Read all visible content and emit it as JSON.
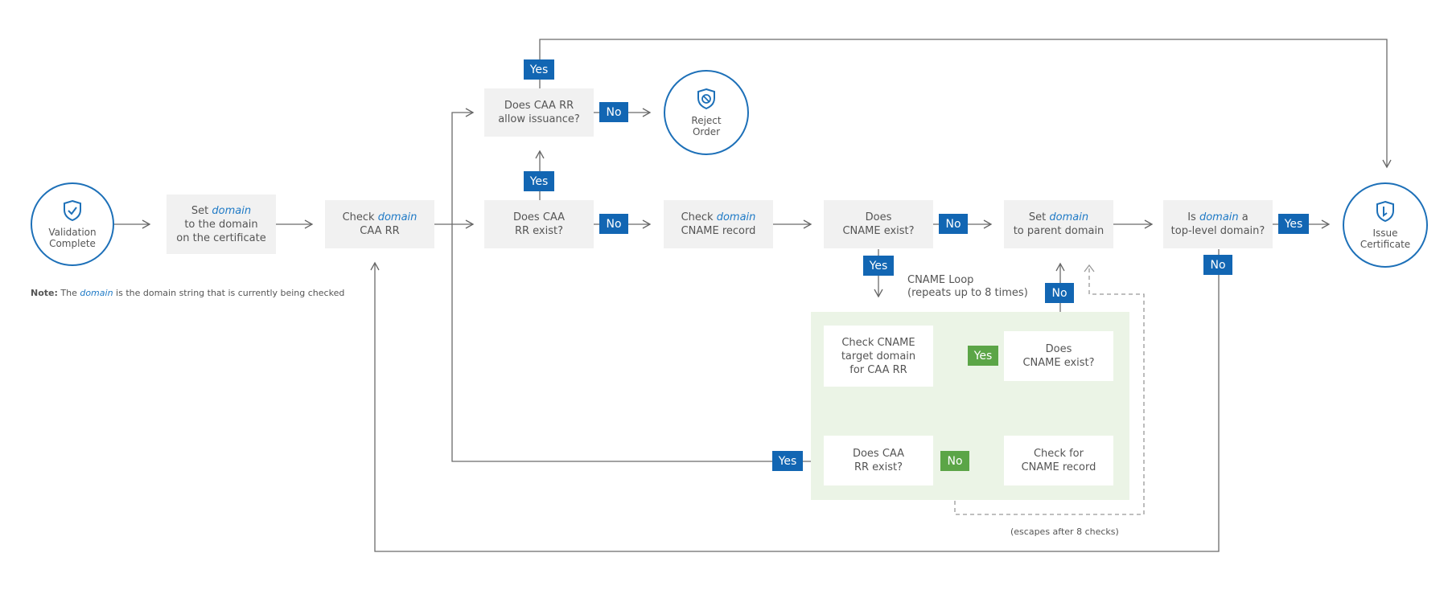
{
  "keyword": "domain",
  "nodes": {
    "validation": {
      "line1": "Validation",
      "line2": "Complete"
    },
    "set_domain": {
      "line1_pre": "Set ",
      "line2": "to the domain",
      "line3": "on the certificate"
    },
    "check_caa": {
      "line1_pre": "Check ",
      "line2": "CAA RR"
    },
    "caa_allow": {
      "line1": "Does CAA RR",
      "line2": "allow issuance?"
    },
    "reject": {
      "line1": "Reject",
      "line2": "Order"
    },
    "caa_exist": {
      "line1": "Does CAA",
      "line2": "RR exist?"
    },
    "check_cname": {
      "line1_pre": "Check ",
      "line2": "CNAME record"
    },
    "cname_exist": {
      "line1": "Does",
      "line2": "CNAME exist?"
    },
    "set_parent": {
      "line1_pre": "Set ",
      "line2": "to parent domain"
    },
    "top_level": {
      "line1_pre": "Is ",
      "line1_post": " a",
      "line2": "top-level domain?"
    },
    "issue": {
      "line1": "Issue",
      "line2": "Certificate"
    },
    "loop_check_target": {
      "line1": "Check CNAME",
      "line2": "target domain",
      "line3": "for CAA RR"
    },
    "loop_cname_exist": {
      "line1": "Does",
      "line2": "CNAME exist?"
    },
    "loop_caa_exist": {
      "line1": "Does CAA",
      "line2": "RR exist?"
    },
    "loop_check_cname": {
      "line1": "Check for",
      "line2": "CNAME record"
    }
  },
  "labels": {
    "yes": "Yes",
    "no": "No",
    "cname_loop_1": "CNAME Loop",
    "cname_loop_2": "(repeats up to 8 times)",
    "escapes": "(escapes after 8 checks)"
  },
  "note": {
    "bold": "Note:",
    "pre": " The ",
    "post": " is the domain string that is currently being checked"
  },
  "colors": {
    "accent_blue": "#1266b3",
    "keyword_blue": "#1f7ac6",
    "accent_green": "#5ba547",
    "loop_bg": "#ebf4e6",
    "box_bg": "#f1f1f1"
  },
  "icons": [
    "shield-check-icon",
    "shield-block-icon",
    "shield-certificate-icon",
    "arrow-right-icon"
  ]
}
